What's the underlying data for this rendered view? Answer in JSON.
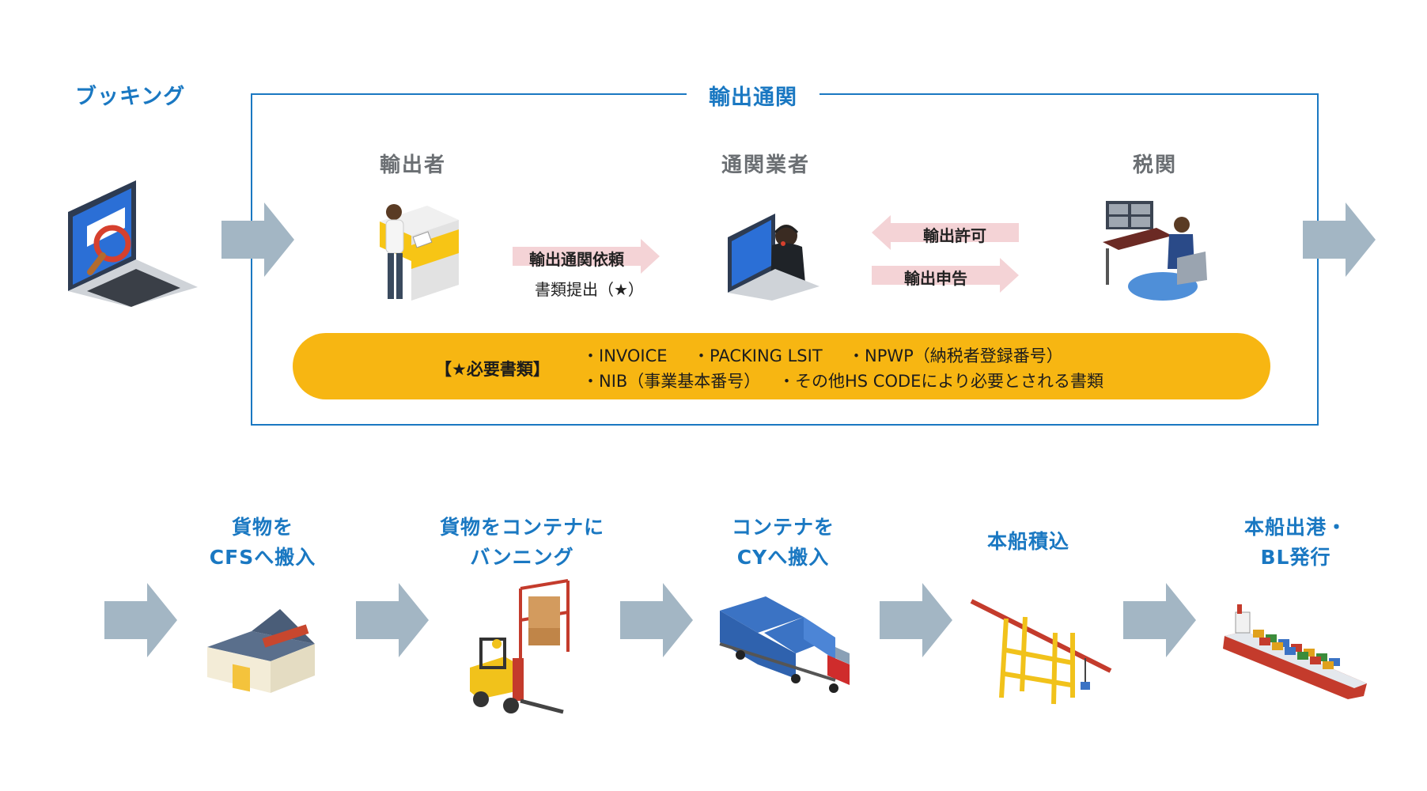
{
  "booking": {
    "title": "ブッキング"
  },
  "customs": {
    "title": "輸出通関",
    "actors": [
      {
        "label": "輸出者"
      },
      {
        "label": "通関業者"
      },
      {
        "label": "税関"
      }
    ],
    "request_label": "輸出通関依頼",
    "request_sub": "書類提出（★）",
    "permit_label": "輸出許可",
    "declare_label": "輸出申告",
    "documents": {
      "heading": "【★必要書類】",
      "row1": [
        "・INVOICE",
        "・PACKING LSIT",
        "・NPWP（納税者登録番号）"
      ],
      "row2": [
        "・NIB（事業基本番号）",
        "・その他HS CODEにより必要とされる書類"
      ]
    }
  },
  "steps": [
    {
      "line1": "貨物を",
      "line2": "CFSへ搬入"
    },
    {
      "line1": "貨物をコンテナに",
      "line2": "バンニング"
    },
    {
      "line1": "コンテナを",
      "line2": "CYへ搬入"
    },
    {
      "line1": "本船積込",
      "line2": ""
    },
    {
      "line1": "本船出港・",
      "line2": "BL発行"
    }
  ],
  "icons": {
    "booking": "laptop-magnifier-icon",
    "exporter": "delivery-person-icon",
    "broker": "operator-laptop-icon",
    "customs": "customs-officer-desk-icon",
    "warehouse": "warehouse-icon",
    "forklift": "forklift-icon",
    "truck": "container-truck-icon",
    "crane": "gantry-crane-icon",
    "ship": "container-ship-icon"
  },
  "colors": {
    "accent_blue": "#1a78c2",
    "arrow_gray": "#a3b6c4",
    "doc_yellow": "#f7b612",
    "pink_arrow": "#f4d3d6"
  }
}
